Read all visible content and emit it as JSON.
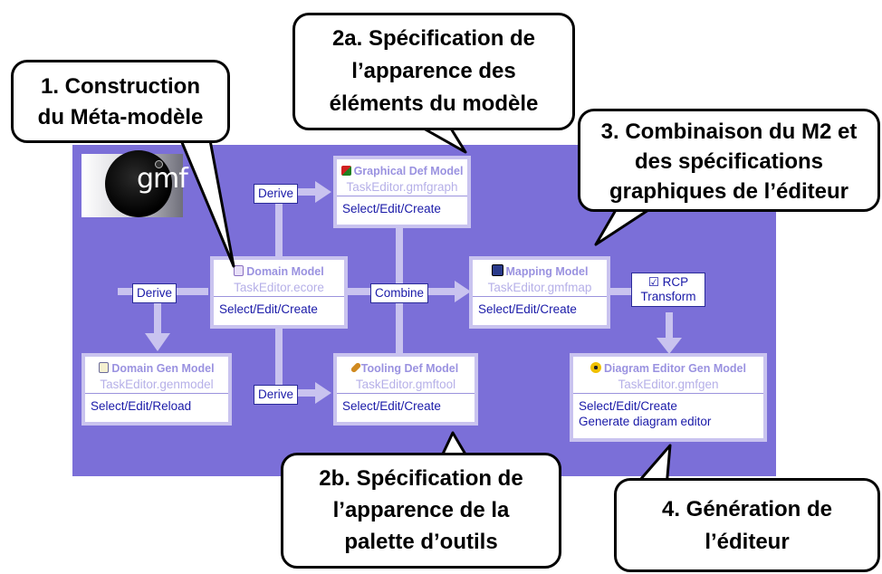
{
  "logo": {
    "text": "gmf",
    "icon": "gmf-logo-icon"
  },
  "colors": {
    "panel": "#7b6fd8",
    "arrow": "#c9c3ef",
    "link": "#1a1aa8",
    "model_title": "#9a92e0"
  },
  "models": {
    "domain": {
      "title": "Domain Model",
      "file": "TaskEditor.ecore",
      "actions": [
        "Select",
        "Edit",
        "Create"
      ],
      "icon": "ecore-file-icon"
    },
    "graphical": {
      "title": "Graphical Def Model",
      "file": "TaskEditor.gmfgraph",
      "actions": [
        "Select",
        "Edit",
        "Create"
      ],
      "icon": "shapes-icon"
    },
    "mapping": {
      "title": "Mapping Model",
      "file": "TaskEditor.gmfmap",
      "actions": [
        "Select",
        "Edit",
        "Create"
      ],
      "icon": "mapping-icon"
    },
    "tooling": {
      "title": "Tooling Def Model",
      "file": "TaskEditor.gmftool",
      "actions": [
        "Select",
        "Edit",
        "Create"
      ],
      "icon": "wrench-icon"
    },
    "domain_gen": {
      "title": "Domain Gen Model",
      "file": "TaskEditor.genmodel",
      "actions": [
        "Select",
        "Edit",
        "Reload"
      ],
      "icon": "genmodel-icon"
    },
    "diagram_gen": {
      "title": "Diagram Editor Gen Model",
      "file": "TaskEditor.gmfgen",
      "actions": [
        "Select",
        "Edit",
        "Create"
      ],
      "extra_action": "Generate diagram editor",
      "icon": "radiation-icon"
    }
  },
  "labels": {
    "derive_top": "Derive",
    "derive_left": "Derive",
    "derive_bottom": "Derive",
    "combine": "Combine",
    "rcp_line1": "☑ RCP",
    "rcp_line2": "Transform"
  },
  "callouts": {
    "c1": {
      "line1": "1. Construction",
      "line2": "du Méta-modèle"
    },
    "c2a": {
      "line1": "2a. Spécification de",
      "line2": "l’apparence des",
      "line3": "éléments du modèle"
    },
    "c3": {
      "line1": "3. Combinaison du M2 et",
      "line2": "des spécifications",
      "line3": "graphiques de l’éditeur"
    },
    "c2b": {
      "line1": "2b. Spécification de",
      "line2": "l’apparence de la",
      "line3": "palette d’outils"
    },
    "c4": {
      "line1": "4. Génération de",
      "line2": "l’éditeur"
    }
  }
}
